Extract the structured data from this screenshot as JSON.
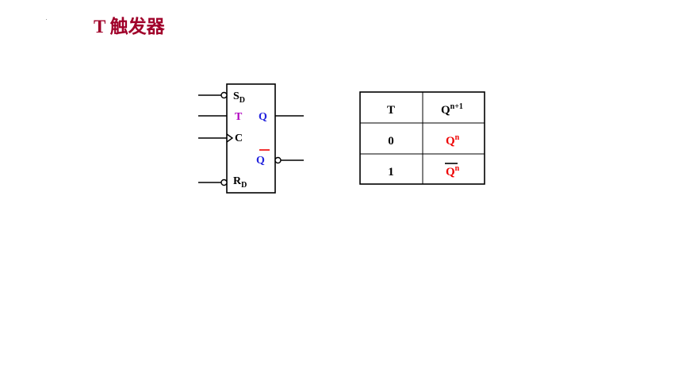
{
  "title": "T 触发器",
  "colors": {
    "title": "#a0002a",
    "pin_T": "#b000c0",
    "pin_Q": "#2222dd",
    "table_red": "#ee0000",
    "line": "#000000"
  },
  "flipflop": {
    "pins": {
      "sd": {
        "main": "S",
        "sub": "D"
      },
      "t": "T",
      "c": "C",
      "rd": {
        "main": "R",
        "sub": "D"
      },
      "q": "Q",
      "qbar": "Q"
    }
  },
  "truth_table": {
    "headers": {
      "input": "T",
      "output_main": "Q",
      "output_sup": "n+1"
    },
    "rows": [
      {
        "t": "0",
        "q_main": "Q",
        "q_sup": "n",
        "negated": false
      },
      {
        "t": "1",
        "q_main": "Q",
        "q_sup": "n",
        "negated": true
      }
    ]
  }
}
